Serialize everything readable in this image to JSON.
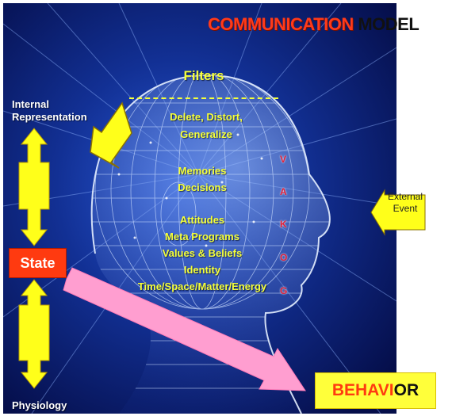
{
  "title": {
    "word1": "COMMUNICATION",
    "word2": "MODEL"
  },
  "filters": {
    "heading": "Filters",
    "line1": "Delete, Distort,",
    "line2": "Generalize"
  },
  "memories": [
    "Memories",
    "Decisions"
  ],
  "attitudes": [
    "Attitudes",
    "Meta Programs",
    "Values & Beliefs",
    "Identity",
    "Time/Space/Matter/Energy"
  ],
  "senses": [
    "V",
    "A",
    "K",
    "O",
    "G"
  ],
  "labels": {
    "internal_line1": "Internal",
    "internal_line2": "Representation",
    "physiology": "Physiology",
    "state": "State",
    "external_line1": "External",
    "external_line2": "Event"
  },
  "behavior": {
    "part1": "BEHAVI",
    "part2": "OR"
  },
  "colors": {
    "title_red": "#ff3a1a",
    "yellow": "#f4ff3a",
    "state_red": "#ff3a10",
    "arrow_pink": "#ff9ed0",
    "background_blue": "#0a1a6e"
  }
}
